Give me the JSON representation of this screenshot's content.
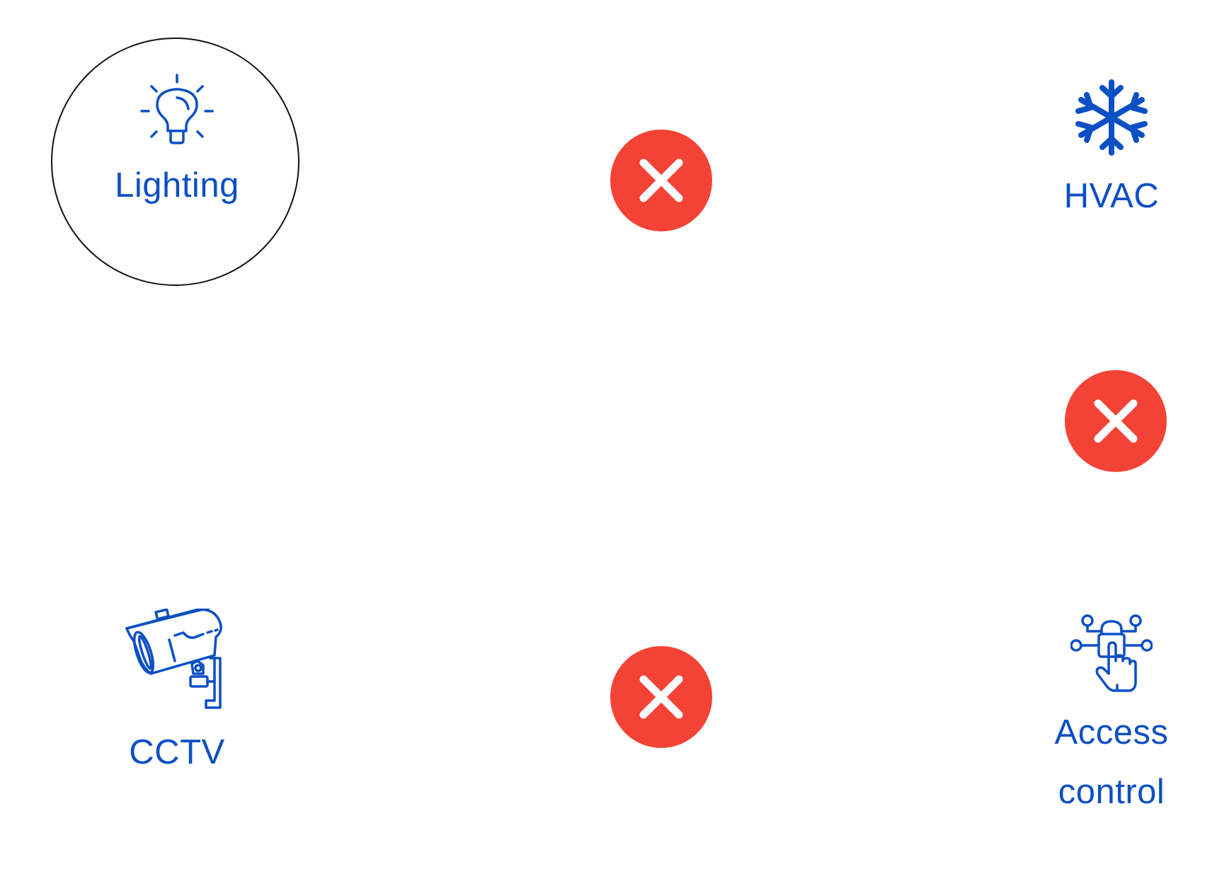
{
  "nodes": {
    "lighting": {
      "label": "Lighting",
      "icon": "light-bulb-icon",
      "highlighted": true
    },
    "hvac": {
      "label": "HVAC",
      "icon": "snowflake-icon"
    },
    "cctv": {
      "label": "CCTV",
      "icon": "security-camera-icon"
    },
    "access_control": {
      "label_line1": "Access",
      "label_line2": "control",
      "icon": "lock-touch-icon"
    }
  },
  "disconnect_markers": [
    {
      "between": [
        "Lighting",
        "HVAC"
      ],
      "icon": "close-icon"
    },
    {
      "between": [
        "HVAC",
        "Access control"
      ],
      "icon": "close-icon"
    },
    {
      "between": [
        "CCTV",
        "Access control"
      ],
      "icon": "close-icon"
    }
  ],
  "colors": {
    "accent": "#0b4fc4",
    "marker": "#f44336",
    "marker_icon": "#ffffff",
    "highlight_ring": "#111111"
  }
}
